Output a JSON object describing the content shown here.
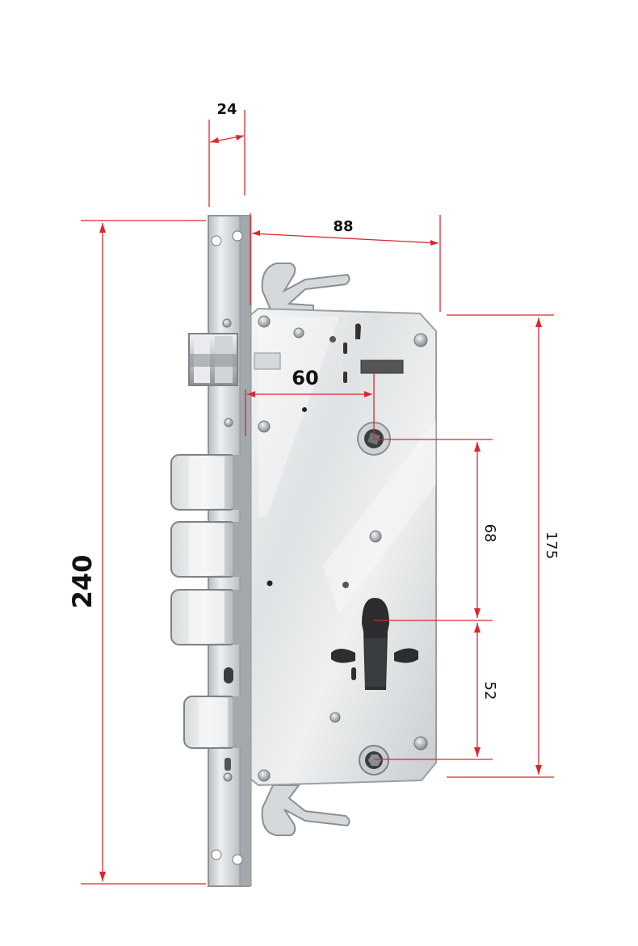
{
  "dimensions": {
    "faceplate_thickness": "24",
    "case_depth": "88",
    "backset": "60",
    "overall_height": "240",
    "case_height": "175",
    "handle_to_cylinder": "68",
    "cylinder_to_spindle": "52"
  },
  "colors": {
    "dimension_line": "#d9282f",
    "arrow_dark": "#2a2a2a",
    "steel_light": "#e8eaec",
    "steel_mid": "#bfc3c7",
    "steel_dark": "#7d8286"
  }
}
